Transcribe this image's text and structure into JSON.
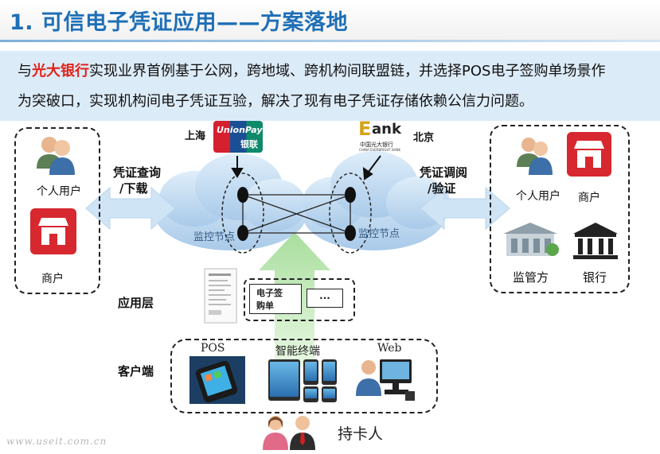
{
  "header": {
    "title": "1. 可信电子凭证应用——方案落地"
  },
  "intro": {
    "prefix": "与",
    "highlight": "光大银行",
    "line1_rest": "实现业界首例基于公网，跨地域、跨机构间联盟链，并选择POS电子签购单场景作",
    "line2": "为突破口，实现机构间电子凭证互验，解决了现有电子凭证存储依赖公信力问题。"
  },
  "diagram": {
    "left_group": {
      "user_label": "个人用户",
      "merchant_label": "商户"
    },
    "right_group": {
      "user_label": "个人用户",
      "merchant_label": "商户",
      "regulator_label": "监管方",
      "bank_label": "银行"
    },
    "left_arrow": {
      "line1": "凭证查询",
      "line2": "/下载"
    },
    "right_arrow": {
      "line1": "凭证调阅",
      "line2": "/验证"
    },
    "left_city": "上海",
    "right_city": "北京",
    "left_node_label": "监控节点",
    "right_node_label": "监控节点",
    "unionpay_logo": {
      "line1": "UnionPay",
      "line2": "银联"
    },
    "bank_logo": {
      "mark": "E",
      "word": "ank",
      "cn": "中国光大银行",
      "en": "CHINA EVERBRIGHT BANK"
    },
    "app_layer": {
      "label": "应用层",
      "item1_line1": "电子签",
      "item1_line2": "购单",
      "item2": "···"
    },
    "client_layer": {
      "label": "客户端",
      "pos": "POS",
      "smart": "智能终端",
      "web": "Web"
    },
    "cardholder": "持卡人",
    "watermark": "www.useit.com.cn"
  },
  "colors": {
    "title": "#1f6fb6",
    "accent_red": "#e2231a",
    "intro_bg": "#dcebf8",
    "cloud": "#c5ddf2",
    "arrow": "#cfe4f5",
    "up_arrow": "#c8ecc0"
  }
}
